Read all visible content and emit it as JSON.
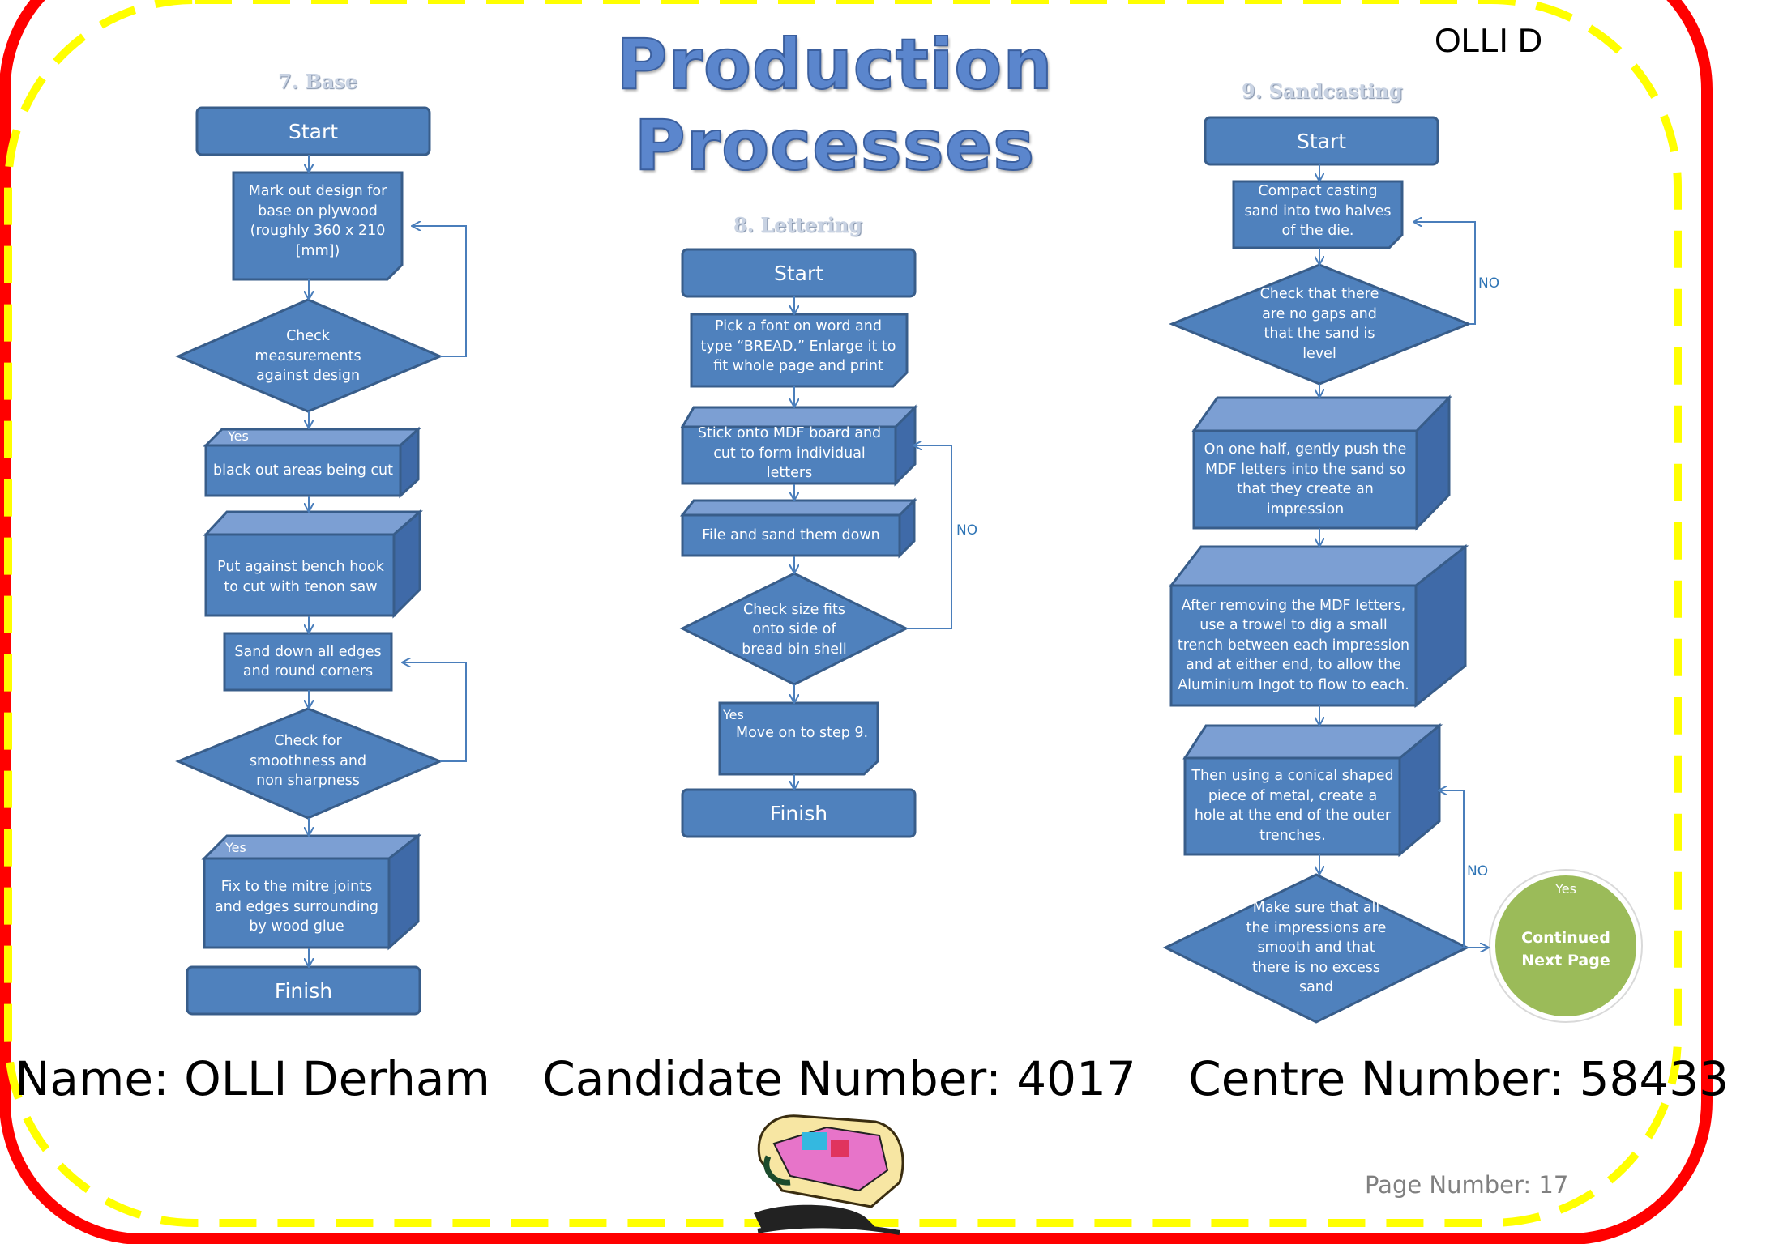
{
  "title": "Production Processes",
  "corner_label": "OLLI D",
  "colors": {
    "box_fill": "#4f81bd",
    "box_stroke": "#385d8a",
    "box_top": "#7c9fd3",
    "arrow": "#4a7ebb",
    "border_red": "#ff0000",
    "border_yellow": "#ffff00",
    "continue_circle": "#9bbb59"
  },
  "sections": {
    "base": {
      "title": "7. Base",
      "start": "Start",
      "mark_out": "Mark out design for base on plywood (roughly 360 x 210 [mm])",
      "check_measurements": "Check measurements against design",
      "yes_1": "Yes",
      "black_out": "black out areas being cut",
      "bench_hook": "Put against bench hook to cut with tenon saw",
      "sand_down": "Sand down all edges and round corners",
      "check_smooth": "Check for smoothness and non sharpness",
      "yes_2": "Yes",
      "fix_mitre": "Fix to the mitre joints and edges surrounding by wood glue",
      "finish": "Finish"
    },
    "lettering": {
      "title": "8. Lettering",
      "start": "Start",
      "pick_font": "Pick a font on word and type “BREAD.” Enlarge it to fit whole page and print",
      "stick_mdf": "Stick onto MDF board  and cut to form individual letters",
      "file_sand": "File and sand them down",
      "check_size": "Check size fits onto side of bread bin shell",
      "no": "NO",
      "yes": "Yes",
      "move_on": "Move on to step 9.",
      "finish": "Finish"
    },
    "sandcasting": {
      "title": "9. Sandcasting",
      "start": "Start",
      "compact": "Compact casting sand into two halves of the die.",
      "check_gaps": "Check that there are no gaps and that the sand is level",
      "no_1": "NO",
      "push_letters": "On one half, gently push the MDF letters into the sand so that they create an impression",
      "trowel": "After removing the MDF letters, use a trowel to dig a small trench between each impression and at either end, to allow the Aluminium Ingot to flow to each.",
      "conical": "Then using a conical shaped piece of metal, create a hole at the end of the outer trenches.",
      "check_smooth": "Make sure that all the impressions are smooth and that there is no excess sand",
      "no_2": "NO",
      "yes": "Yes",
      "continued": "Continued Next Page"
    }
  },
  "footer": {
    "name": "Name: OLLI Derham",
    "candidate": "Candidate Number: 4017",
    "centre": "Centre Number: 58433"
  },
  "page_number": "Page Number: 17"
}
